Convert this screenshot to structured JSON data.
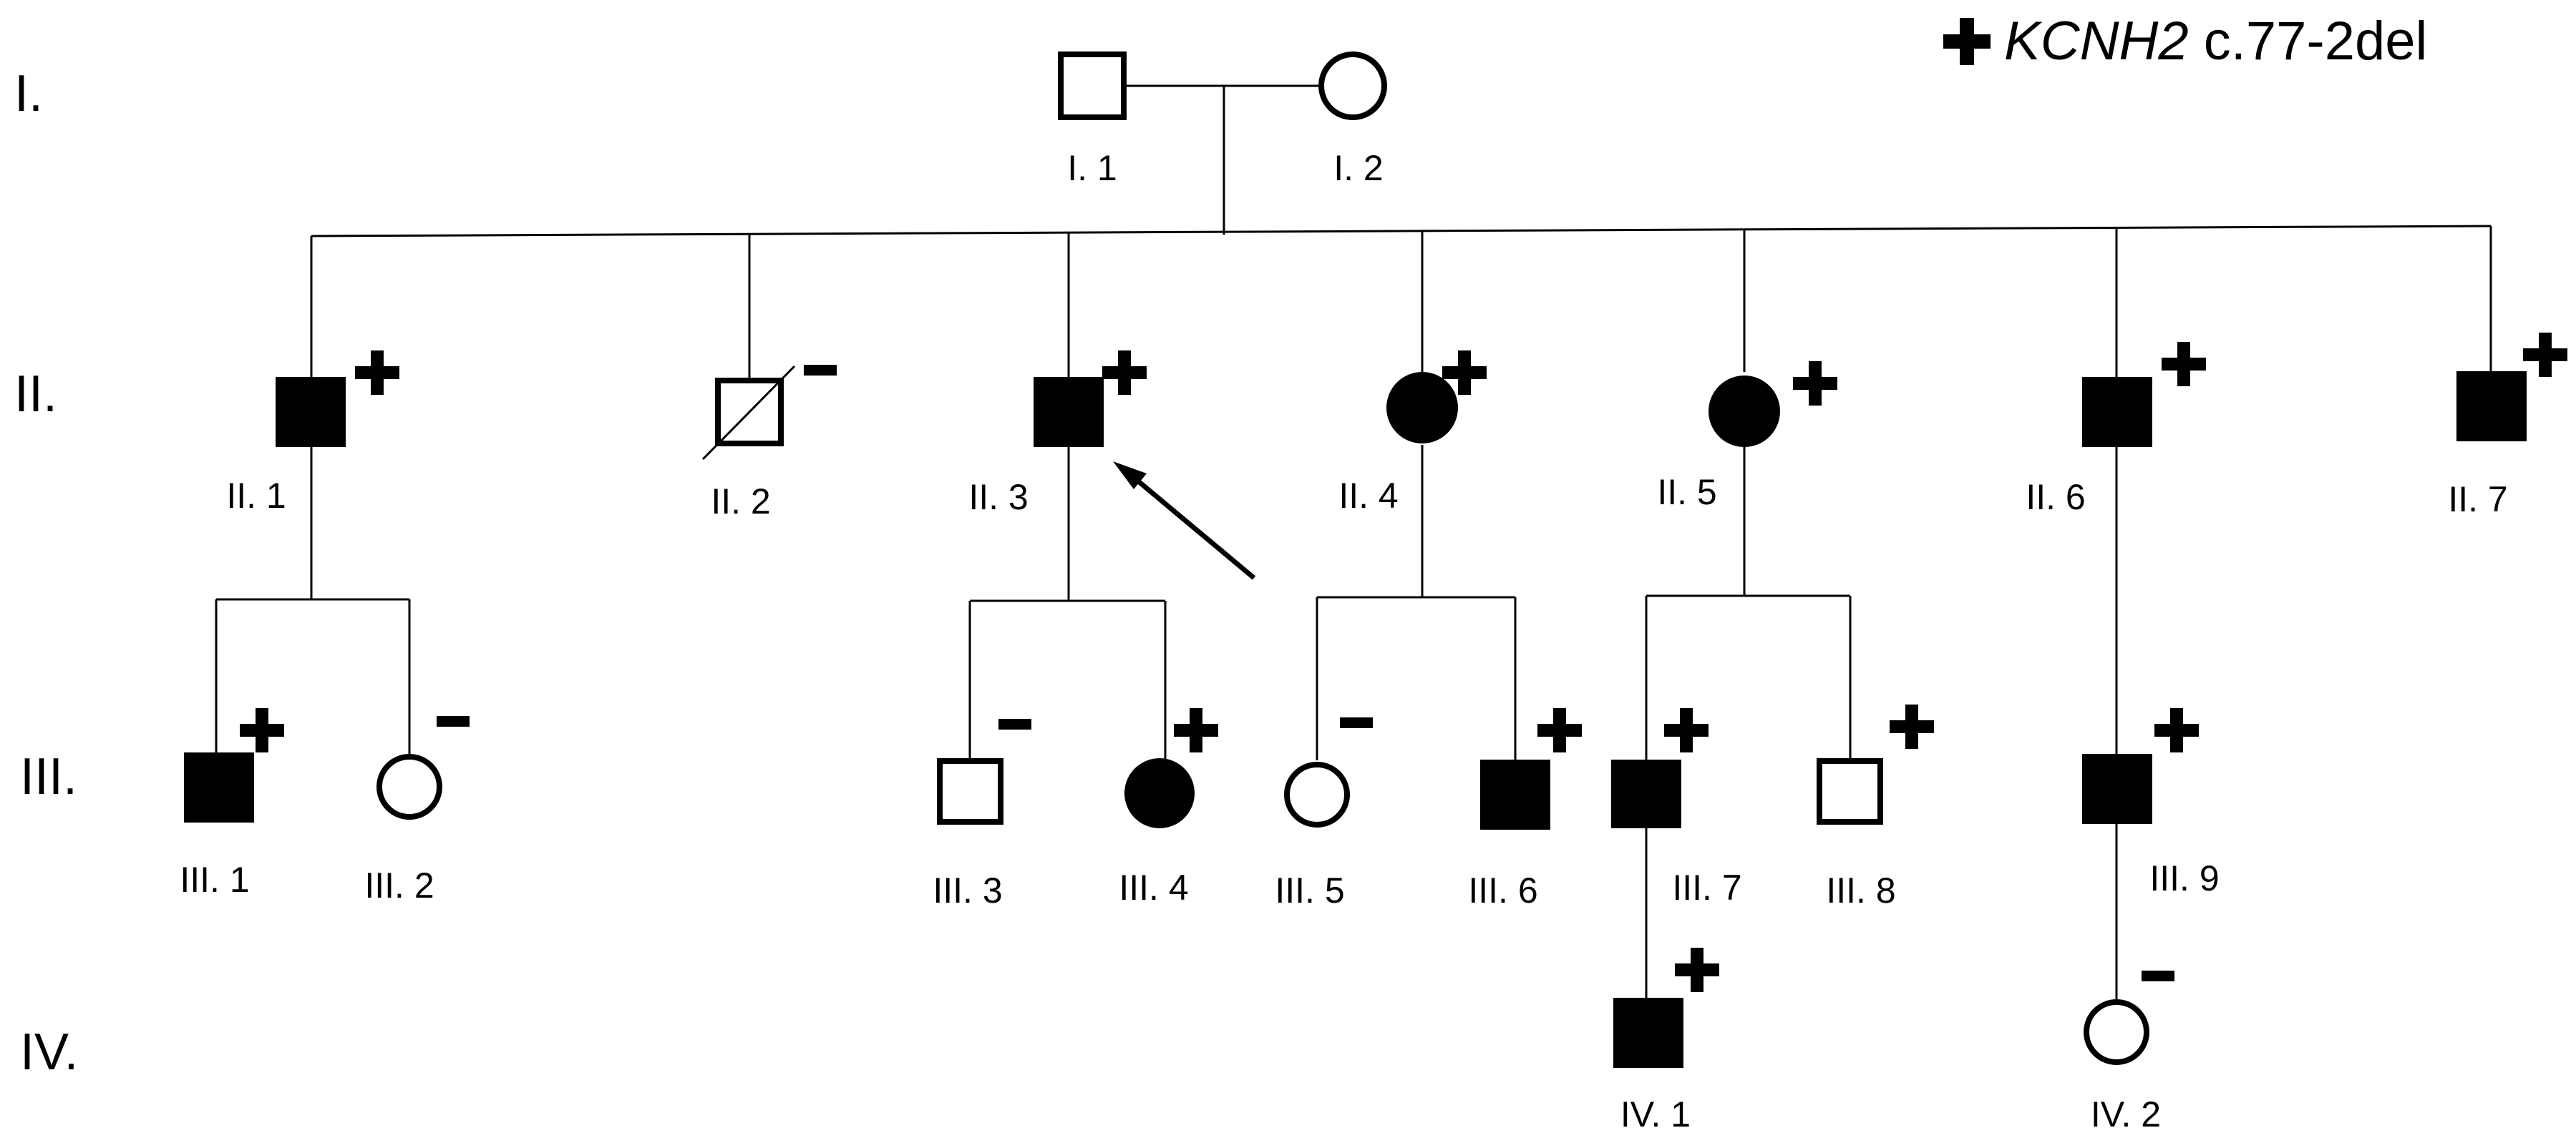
{
  "legend": {
    "gene": "KCNH2",
    "variant": " c.77-2del"
  },
  "generations": [
    "I.",
    "II.",
    "III.",
    "IV."
  ],
  "individuals": {
    "I1": {
      "label": "I. 1",
      "sex": "male",
      "affected": false,
      "deceased": false,
      "genotype": "none"
    },
    "I2": {
      "label": "I. 2",
      "sex": "female",
      "affected": false,
      "deceased": false,
      "genotype": "none"
    },
    "II1": {
      "label": "II. 1",
      "sex": "male",
      "affected": true,
      "deceased": false,
      "genotype": "positive"
    },
    "II2": {
      "label": "II. 2",
      "sex": "male",
      "affected": false,
      "deceased": true,
      "genotype": "negative"
    },
    "II3": {
      "label": "II. 3",
      "sex": "male",
      "affected": true,
      "deceased": false,
      "genotype": "positive",
      "proband": true
    },
    "II4": {
      "label": "II. 4",
      "sex": "female",
      "affected": true,
      "deceased": false,
      "genotype": "positive"
    },
    "II5": {
      "label": "II. 5",
      "sex": "female",
      "affected": true,
      "deceased": false,
      "genotype": "positive"
    },
    "II6": {
      "label": "II. 6",
      "sex": "male",
      "affected": true,
      "deceased": false,
      "genotype": "positive"
    },
    "II7": {
      "label": "II. 7",
      "sex": "male",
      "affected": true,
      "deceased": false,
      "genotype": "positive"
    },
    "III1": {
      "label": "III. 1",
      "sex": "male",
      "affected": true,
      "deceased": false,
      "genotype": "positive"
    },
    "III2": {
      "label": "III. 2",
      "sex": "female",
      "affected": false,
      "deceased": false,
      "genotype": "negative"
    },
    "III3": {
      "label": "III. 3",
      "sex": "male",
      "affected": false,
      "deceased": false,
      "genotype": "negative"
    },
    "III4": {
      "label": "III. 4",
      "sex": "female",
      "affected": true,
      "deceased": false,
      "genotype": "positive"
    },
    "III5": {
      "label": "III. 5",
      "sex": "female",
      "affected": false,
      "deceased": false,
      "genotype": "negative"
    },
    "III6": {
      "label": "III. 6",
      "sex": "male",
      "affected": true,
      "deceased": false,
      "genotype": "positive"
    },
    "III7": {
      "label": "III. 7",
      "sex": "male",
      "affected": true,
      "deceased": false,
      "genotype": "positive"
    },
    "III8": {
      "label": "III. 8",
      "sex": "male",
      "affected": false,
      "deceased": false,
      "genotype": "positive"
    },
    "III9": {
      "label": "III. 9",
      "sex": "male",
      "affected": true,
      "deceased": false,
      "genotype": "positive"
    },
    "IV1": {
      "label": "IV. 1",
      "sex": "male",
      "affected": true,
      "deceased": false,
      "genotype": "positive"
    },
    "IV2": {
      "label": "IV. 2",
      "sex": "female",
      "affected": false,
      "deceased": false,
      "genotype": "negative"
    }
  }
}
